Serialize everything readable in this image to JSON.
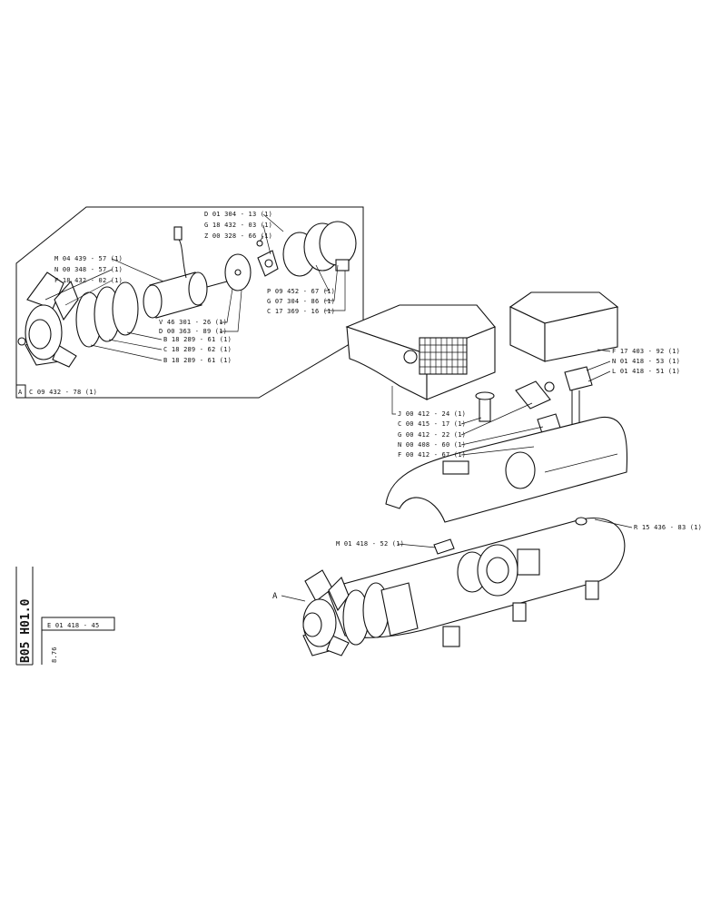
{
  "inset": {
    "marker": "A",
    "assembly_code": "C 09 432 - 78 (1)",
    "labels": [
      "D 01 304 - 13 (1)",
      "G 18 432 - 03 (1)",
      "Z 00 328 - 66 (1)",
      "M 04 439 - 57 (1)",
      "N 00 348 - 57 (1)",
      "F 18 432 - 02 (1)",
      "P 09 452 - 67 (1)",
      "G 07 304 - 86 (1)",
      "C 17 369 - 16 (1)",
      "V 46 301 - 26 (1)",
      "D 00 363 - 89 (1)",
      "B 18 289 - 61 (1)",
      "C 18 289 - 62 (1)",
      "B 18 289 - 61 (1)"
    ]
  },
  "main": {
    "marker": "A",
    "labels": [
      "F 17 403 - 92 (1)",
      "N 01 418 - 53 (1)",
      "L 01 418 - 51 (1)",
      "J 00 412 - 24 (1)",
      "C 00 415 - 17 (1)",
      "G 00 412 - 22 (1)",
      "N 00 408 - 60 (1)",
      "F 00 412 - 67 (1)",
      "R 15 436 - 83 (1)",
      "M 01 418 - 52 (1)"
    ]
  },
  "title_block": {
    "section_code": "B05 H01.0",
    "drawing_number": "E 01 418 - 45",
    "date": "8.76"
  }
}
